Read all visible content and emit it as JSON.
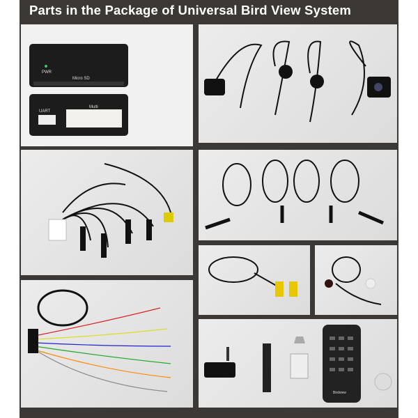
{
  "header": {
    "title": "Parts in the Package of Universal Bird View System"
  },
  "panels": {
    "control_box": {
      "pwr_label": "PWR",
      "sd_label": "Micro SD",
      "uart_label": "UART",
      "multi_label": "Multi"
    },
    "remote": {
      "brand_label": "Birdview"
    }
  }
}
